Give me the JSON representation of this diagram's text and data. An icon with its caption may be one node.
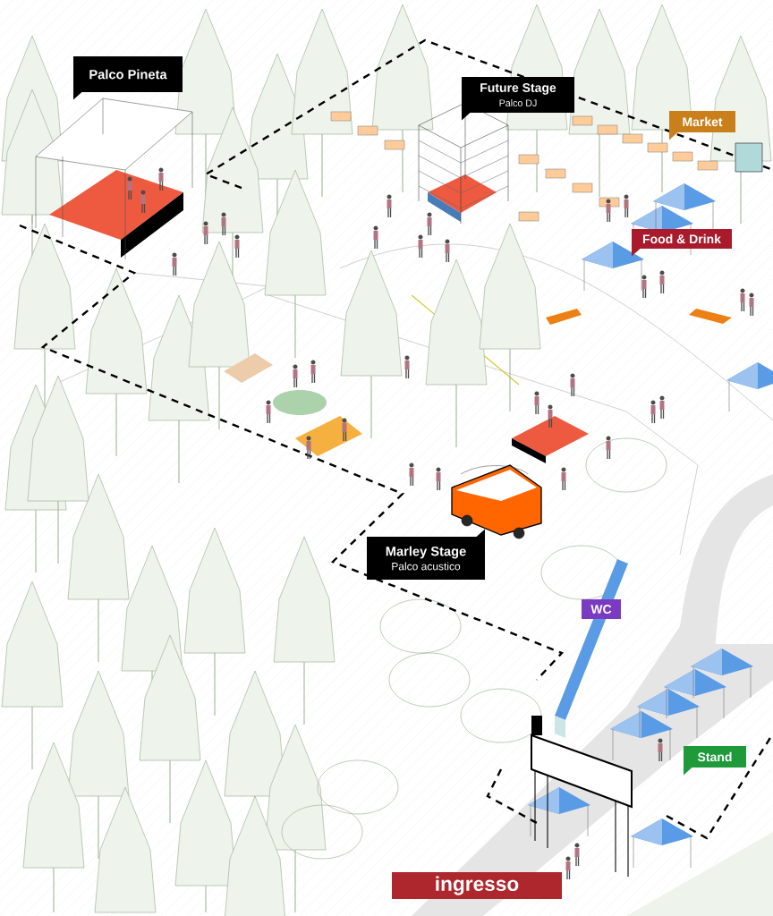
{
  "diagram": {
    "nodes": [
      {
        "text": [
          "Palco Pineta"
        ]
      },
      {
        "text": [
          "Future Stage",
          "Palco DJ"
        ]
      },
      {
        "text": [
          "Market"
        ]
      },
      {
        "text": [
          "Food & Drink"
        ]
      },
      {
        "text": [
          "Marley Stage",
          "Palco acustico"
        ]
      },
      {
        "text": [
          "WC"
        ]
      },
      {
        "text": [
          "Stand"
        ]
      },
      {
        "text": [
          "ingresso"
        ]
      }
    ]
  }
}
